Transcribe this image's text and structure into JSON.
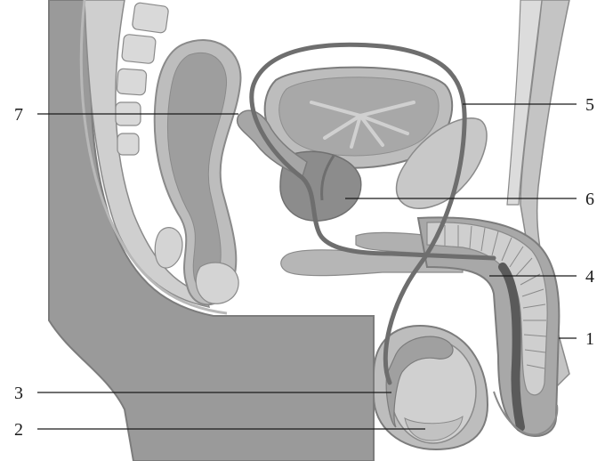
{
  "colors": {
    "background": "#ffffff",
    "body_fill": "#9a9a9a",
    "body_edge": "#7c7c7c",
    "skin_line": "#b8b8b8",
    "cavity": "#ffffff",
    "organ_light": "#bdbdbd",
    "organ_mid": "#a3a3a3",
    "organ_dark": "#808080",
    "duct": "#6e6e6e",
    "leader_line": "#1a1a1a",
    "label_text": "#1a1a1a"
  },
  "labels": [
    {
      "id": "1",
      "text": "1"
    },
    {
      "id": "2",
      "text": "2"
    },
    {
      "id": "3",
      "text": "3"
    },
    {
      "id": "4",
      "text": "4"
    },
    {
      "id": "5",
      "text": "5"
    },
    {
      "id": "6",
      "text": "6"
    },
    {
      "id": "7",
      "text": "7"
    }
  ]
}
